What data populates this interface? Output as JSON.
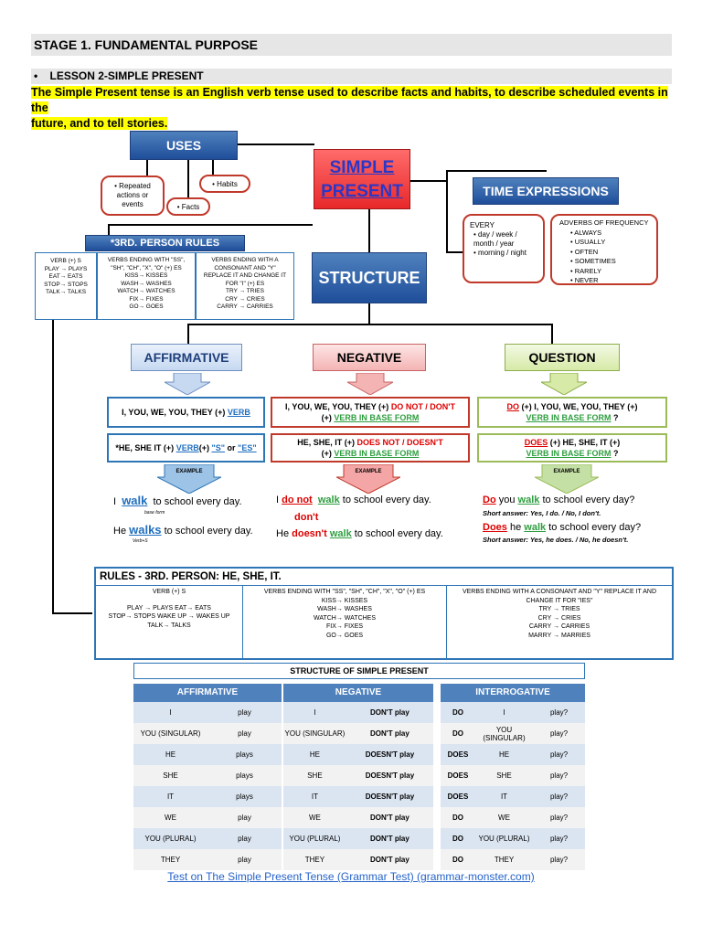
{
  "stage_title": "STAGE 1. FUNDAMENTAL PURPOSE",
  "lesson_title": "LESSON 2-SIMPLE PRESENT",
  "intro_line1": "The Simple Present tense is an English verb tense used to describe facts and habits, to describe scheduled events in the",
  "intro_line2": "future, and to tell stories.",
  "diagram": {
    "uses": "USES",
    "uses_items": [
      "• Repeated actions or events",
      "• Facts",
      "• Habits"
    ],
    "simple_present_1": "SIMPLE",
    "simple_present_2": "PRESENT",
    "time_expressions": "TIME EXPRESSIONS",
    "every_title": "EVERY",
    "every_items": [
      "• day / week / month / year",
      "• morning / night"
    ],
    "adverbs_title": "ADVERBS OF FREQUENCY",
    "adverbs": [
      "• ALWAYS",
      "• USUALLY",
      "• OFTEN",
      "• SOMETIMES",
      "• RARELY",
      "• NEVER"
    ],
    "third_person_rules": "*3RD. PERSON RULES",
    "rules_col1": [
      "VERB (+) S",
      "PLAY → PLAYS",
      "EAT→ EATS",
      "STOP→ STOPS",
      "TALK→ TALKS"
    ],
    "rules_col2": [
      "VERBS ENDING WITH \"SS\", \"SH\", \"CH\", \"X\", \"O\" (+) ES",
      "KISS→ KISSES",
      "WASH→ WASHES",
      "WATCH→ WATCHES",
      "FIX→ FIXES",
      "GO→ GOES"
    ],
    "rules_col3": [
      "VERBS ENDING WITH A CONSONANT AND \"Y\" REPLACE IT AND CHANGE IT FOR \"I\" (+) ES",
      "TRY → TRIES",
      "CRY → CRIES",
      "CARRY → CARRIES"
    ],
    "structure": "STRUCTURE",
    "affirmative": "AFFIRMATIVE",
    "negative": "NEGATIVE",
    "question": "QUESTION",
    "aff_s1_a": "I, YOU, WE, YOU, THEY (+) ",
    "aff_s1_b": "VERB",
    "aff_s2_a": "*HE, SHE IT (+) ",
    "aff_s2_b": "VERB",
    "aff_s2_c": " (+) ",
    "aff_s2_d": "\"S\"",
    "aff_s2_e": " or ",
    "aff_s2_f": "\"ES\"",
    "neg_s1_a": "I, YOU, WE, YOU, THEY (+) ",
    "neg_s1_b": "DO NOT / DON'T",
    "neg_s1_c": "(+) ",
    "neg_s1_d": "VERB IN BASE FORM",
    "neg_s2_a": "HE, SHE, IT (+) ",
    "neg_s2_b": "DOES NOT / DOESN'T",
    "neg_s2_c": "(+) ",
    "neg_s2_d": "VERB IN BASE FORM",
    "q_s1_a": "DO",
    "q_s1_b": " (+) I, YOU, WE, YOU, THEY (+) ",
    "q_s1_c": "VERB IN BASE FORM",
    "q_s1_d": " ?",
    "q_s2_a": "DOES",
    "q_s2_b": " (+) HE, SHE, IT (+) ",
    "q_s2_c": "VERB IN BASE FORM",
    "q_s2_d": " ?",
    "example": "EXAMPLE",
    "ex_aff1_a": "I ",
    "ex_aff1_b": "walk",
    "ex_aff1_c": " to school every day.",
    "ex_aff1_note": "base form",
    "ex_aff2_a": "He ",
    "ex_aff2_b": "walks",
    "ex_aff2_c": " to school every day.",
    "ex_aff2_note": "Verb+S",
    "ex_neg1_a": "I ",
    "ex_neg1_b": "do not",
    "ex_neg1_c": "walk",
    "ex_neg1_d": " to school every day.",
    "ex_neg1_e": "don't",
    "ex_neg2_a": "He ",
    "ex_neg2_b": "doesn't",
    "ex_neg2_c": "walk",
    "ex_neg2_d": " to school every day.",
    "ex_q1_a": "Do",
    "ex_q1_b": " you ",
    "ex_q1_c": "walk",
    "ex_q1_d": " to school every day?",
    "ex_q1_ans": "Short answer:  Yes, I do.  / No, I don't.",
    "ex_q2_a": "Does",
    "ex_q2_b": " he ",
    "ex_q2_c": "walk",
    "ex_q2_d": " to school every day?",
    "ex_q2_ans": "Short answer:  Yes, he does.  / No, he doesn't."
  },
  "rules_box": {
    "title": "RULES  - 3RD. PERSON: HE, SHE, IT.",
    "col1": [
      "VERB (+) S",
      "PLAY → PLAYS   EAT→ EATS",
      "STOP→ STOPS    WAKE UP → WAKES UP",
      "TALK→ TALKS"
    ],
    "col2_head": "VERBS ENDING WITH \"SS\", \"SH\", \"CH\", \"X\", \"O\" (+) ES",
    "col2": [
      "KISS→ KISSES",
      "WASH→ WASHES",
      "WATCH→ WATCHES",
      "FIX→ FIXES",
      "GO→ GOES"
    ],
    "col3_head": "VERBS ENDING WITH A CONSONANT AND \"Y\" REPLACE IT AND CHANGE IT FOR \"IES\"",
    "col3": [
      "TRY → TRIES",
      "CRY → CRIES",
      "CARRY → CARRIES",
      "MARRY → MARRIES"
    ]
  },
  "structure_table": {
    "title": "STRUCTURE OF SIMPLE PRESENT",
    "affirmative_header": "AFFIRMATIVE",
    "negative_header": "NEGATIVE",
    "interrogative_header": "INTERROGATIVE",
    "affirmative_rows": [
      [
        "I",
        "play"
      ],
      [
        "YOU (SINGULAR)",
        "play"
      ],
      [
        "HE",
        "plays"
      ],
      [
        "SHE",
        "plays"
      ],
      [
        "IT",
        "plays"
      ],
      [
        "WE",
        "play"
      ],
      [
        "YOU (PLURAL)",
        "play"
      ],
      [
        "THEY",
        "play"
      ]
    ],
    "negative_rows": [
      [
        "I",
        "DON'T play"
      ],
      [
        "YOU (SINGULAR)",
        "DON'T play"
      ],
      [
        "HE",
        "DOESN'T play"
      ],
      [
        "SHE",
        "DOESN'T play"
      ],
      [
        "IT",
        "DOESN'T play"
      ],
      [
        "WE",
        "DON'T play"
      ],
      [
        "YOU (PLURAL)",
        "DON'T play"
      ],
      [
        "THEY",
        "DON'T play"
      ]
    ],
    "interrogative_rows": [
      [
        "DO",
        "I",
        "play?"
      ],
      [
        "DO",
        "YOU (SINGULAR)",
        "play?"
      ],
      [
        "DOES",
        "HE",
        "play?"
      ],
      [
        "DOES",
        "SHE",
        "play?"
      ],
      [
        "DOES",
        "IT",
        "play?"
      ],
      [
        "DO",
        "WE",
        "play?"
      ],
      [
        "DO",
        "YOU (PLURAL)",
        "play?"
      ],
      [
        "DO",
        "THEY",
        "play?"
      ]
    ]
  },
  "footer_link": "Test on The Simple Present Tense (Grammar Test) (grammar-monster.com)",
  "colors": {
    "accent_blue": "#1f4e9a",
    "highlight": "#ffff00",
    "neg_red": "#c0392b",
    "q_green": "#9bbb59"
  }
}
